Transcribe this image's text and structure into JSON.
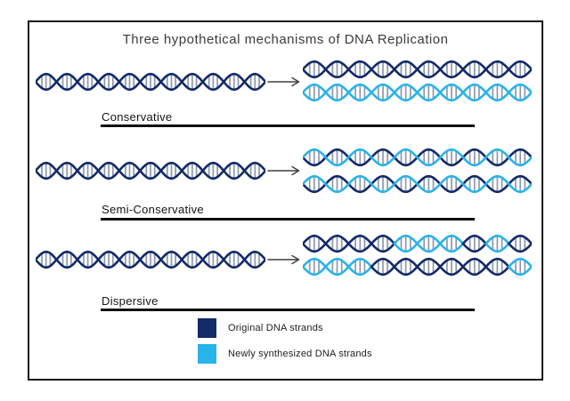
{
  "title": "Three hypothetical mechanisms of DNA Replication",
  "colors": {
    "original": "#122a68",
    "new": "#29b3e8",
    "rung": "#8d99ac",
    "arrow": "#3f3f3f",
    "border": "#191919",
    "underline": "#0e0e0e",
    "title_text": "#3c3c3c",
    "label_text": "#141414"
  },
  "mechanisms": [
    {
      "label": "Conservative",
      "left_helix": {
        "strands": [
          "original",
          "original"
        ]
      },
      "right_helices": [
        {
          "strands": [
            "original",
            "original"
          ]
        },
        {
          "strands": [
            "new",
            "new"
          ]
        }
      ]
    },
    {
      "label": "Semi-Conservative",
      "left_helix": {
        "strands": [
          "original",
          "original"
        ]
      },
      "right_helices": [
        {
          "strands": [
            "original",
            "new"
          ]
        },
        {
          "strands": [
            "original",
            "new"
          ]
        }
      ]
    },
    {
      "label": "Dispersive",
      "left_helix": {
        "strands": [
          "original",
          "original"
        ]
      },
      "right_helices": [
        {
          "segments": [
            "original",
            "original",
            "original",
            "original",
            "new",
            "new",
            "new",
            "original",
            "new",
            "original"
          ]
        },
        {
          "segments": [
            "new",
            "new",
            "new",
            "original",
            "original",
            "original",
            "original",
            "original",
            "original",
            "new"
          ]
        }
      ]
    }
  ],
  "legend": {
    "items": [
      {
        "label": "Original DNA strands",
        "color_key": "original"
      },
      {
        "label": "Newly synthesized DNA strands",
        "color_key": "new"
      }
    ]
  }
}
